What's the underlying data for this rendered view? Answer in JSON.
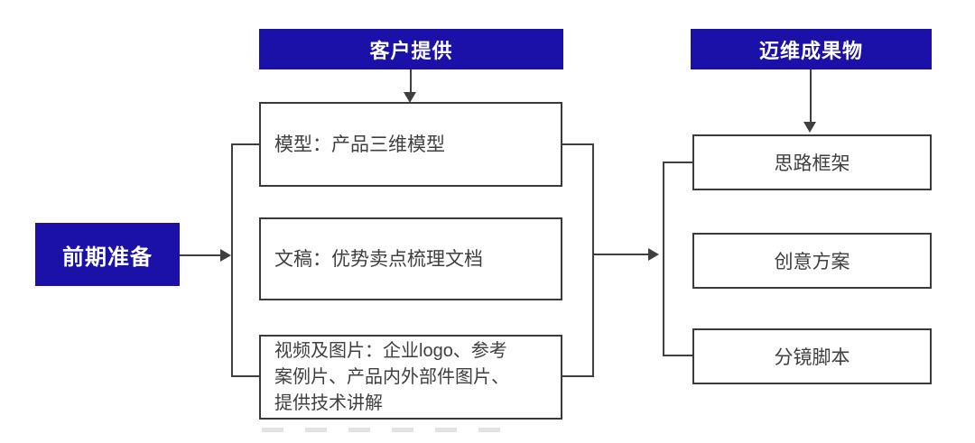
{
  "colors": {
    "accent_blue": "#1B11A8",
    "box_border": "#3a3a3a",
    "box_text": "#3f3f3f",
    "header_text": "#ffffff",
    "connector": "#3f3f3f"
  },
  "start_node": {
    "label": "前期准备"
  },
  "client_column": {
    "header": "客户提供",
    "boxes": [
      {
        "lines": [
          "模型：产品三维模型"
        ]
      },
      {
        "lines": [
          "文稿：优势卖点梳理文档"
        ]
      },
      {
        "lines": [
          "视频及图片：企业logo、参考",
          "案例片、产品内外部件图片、",
          "提供技术讲解"
        ]
      }
    ]
  },
  "output_column": {
    "header": "迈维成果物",
    "boxes": [
      {
        "label": "思路框架"
      },
      {
        "label": "创意方案"
      },
      {
        "label": "分镜脚本"
      }
    ]
  }
}
